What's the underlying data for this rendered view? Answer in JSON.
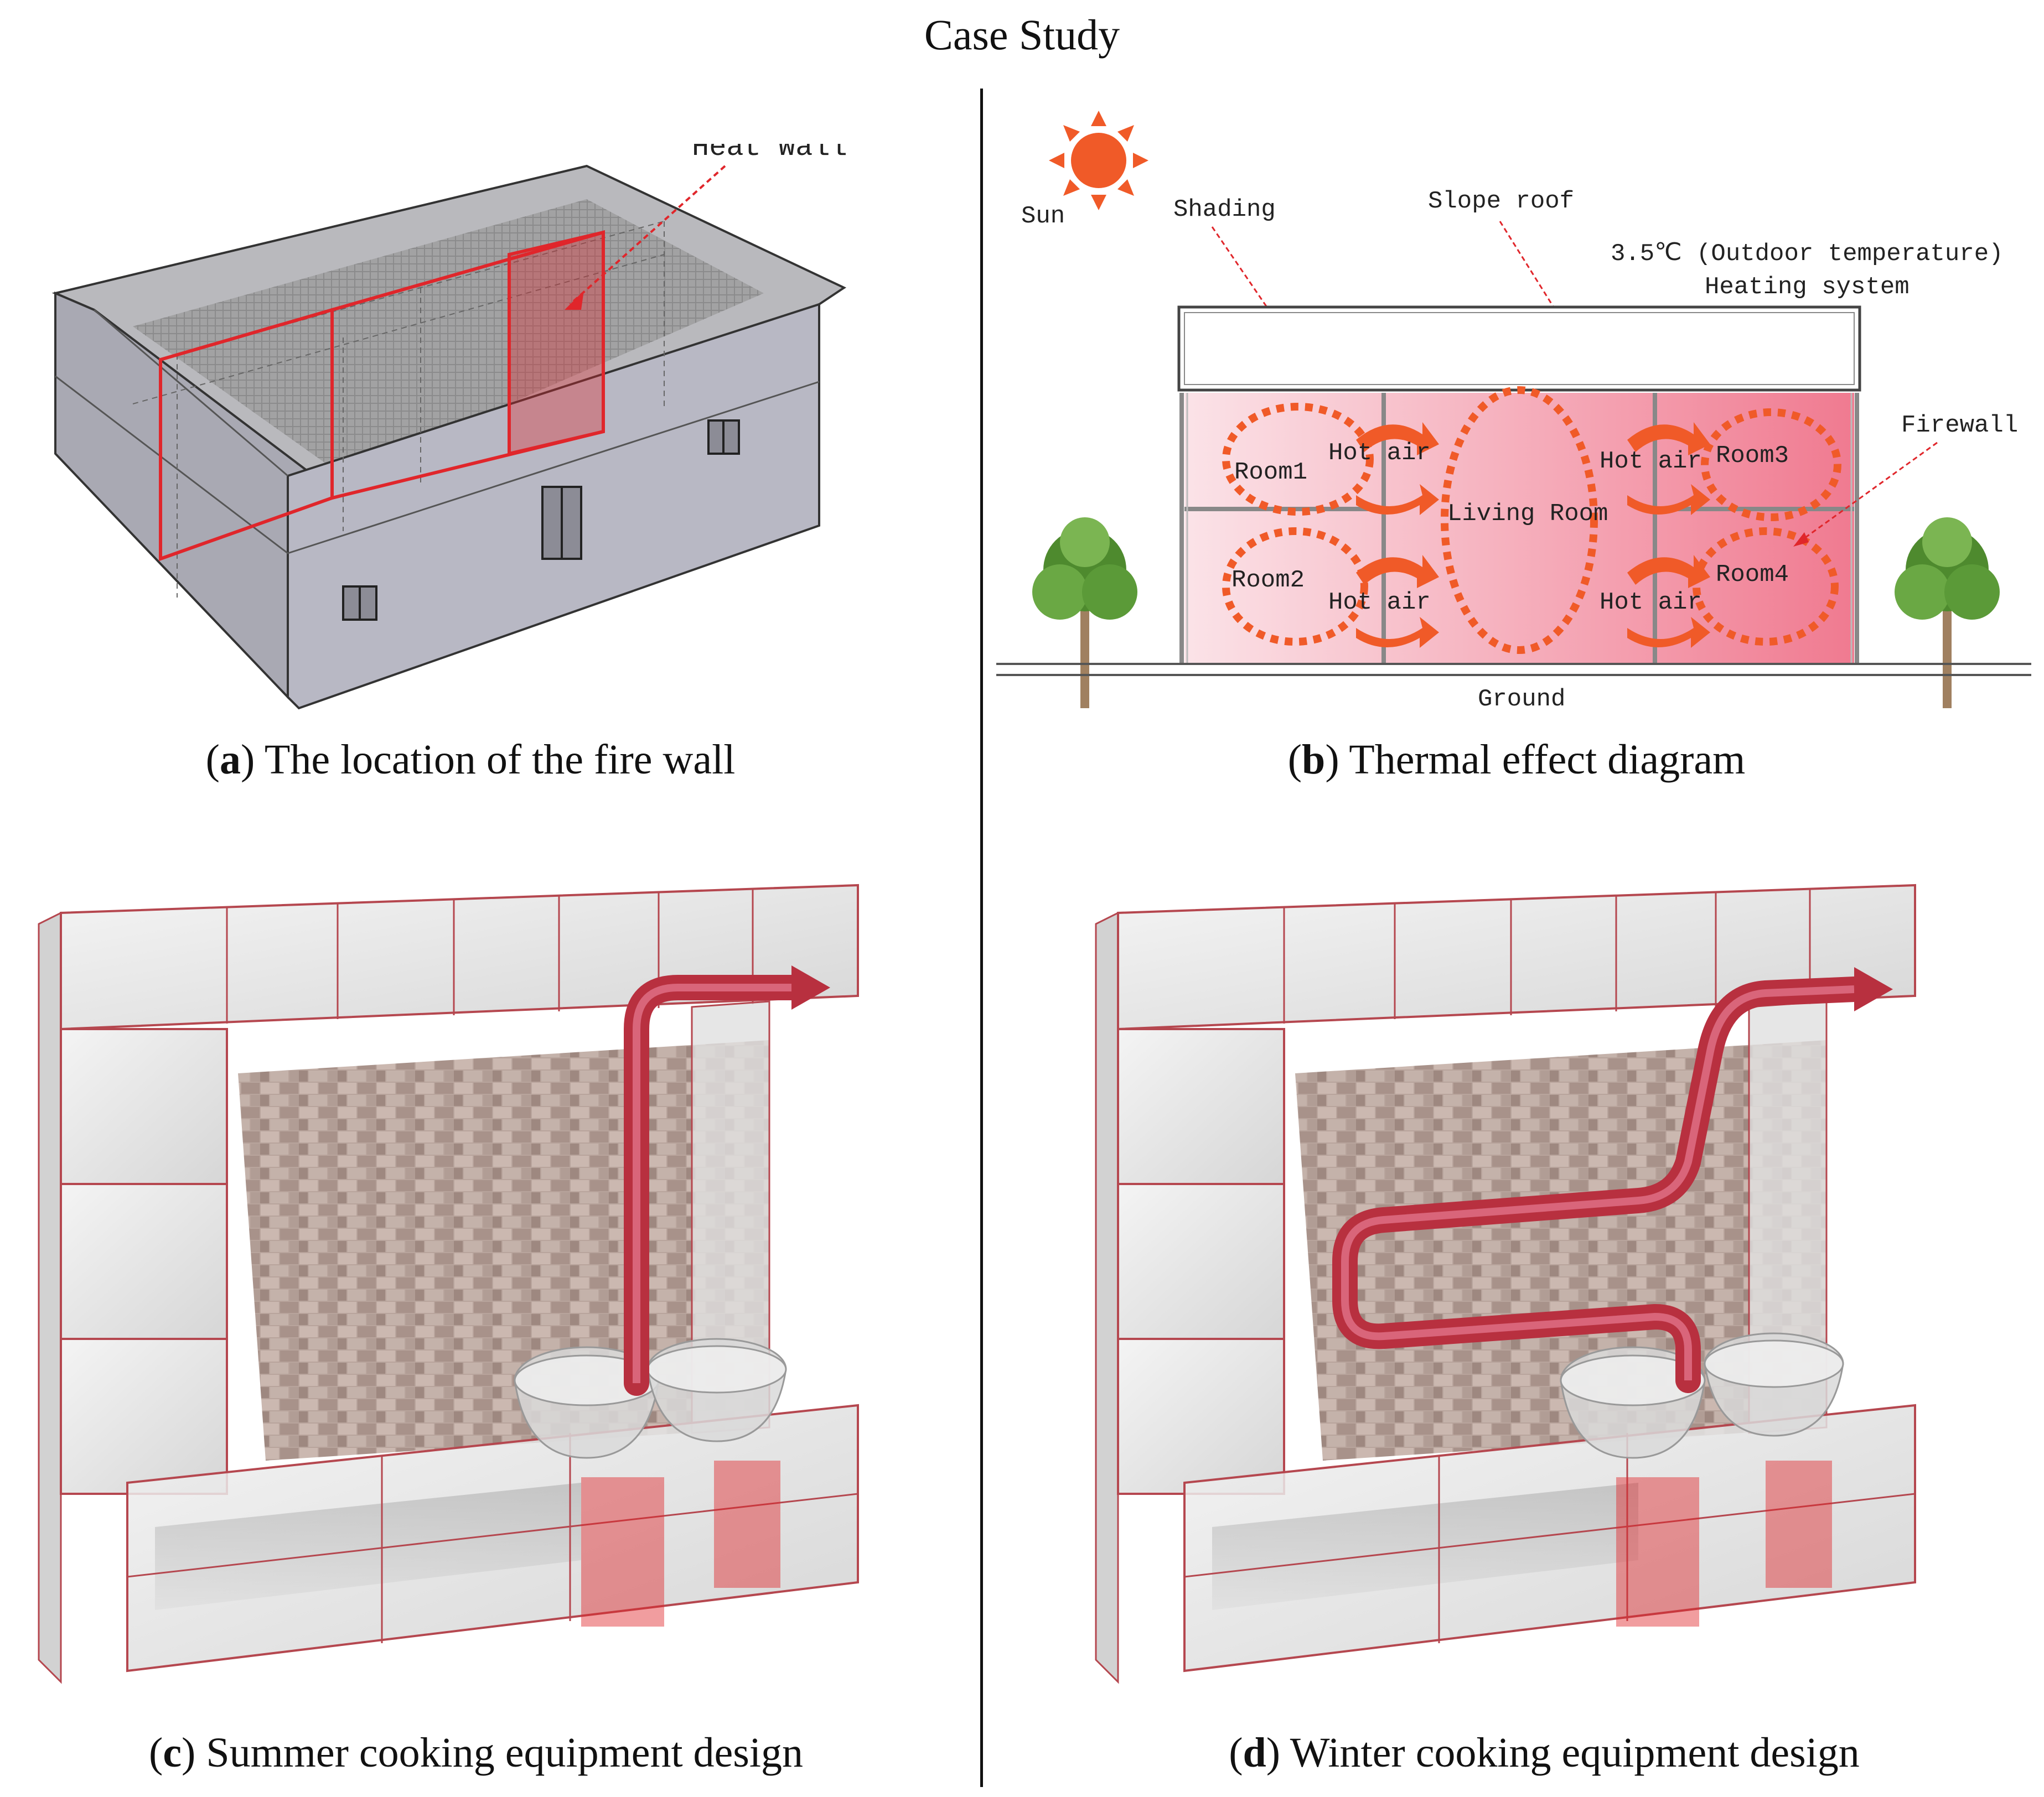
{
  "title": "Case Study",
  "panels": {
    "a": {
      "letter": "a",
      "caption": "The location of the fire wall",
      "labels": {
        "heat_wall": "Heat Wall"
      }
    },
    "b": {
      "letter": "b",
      "caption": "Thermal effect diagram",
      "labels": {
        "sun": "Sun",
        "shading": "Shading",
        "slope_roof": "Slope roof",
        "outdoor_temp": "3.5℃ (Outdoor temperature)",
        "heating_system": "Heating system",
        "firewall": "Firewall",
        "room1": "Room1",
        "room2": "Room2",
        "room3": "Room3",
        "room4": "Room4",
        "living_room": "Living Room",
        "hot_air": "Hot air",
        "ground": "Ground"
      }
    },
    "c": {
      "letter": "c",
      "caption": "Summer cooking equipment design"
    },
    "d": {
      "letter": "d",
      "caption": "Winter cooking equipment design"
    }
  },
  "colors": {
    "accent_red": "#e0262b",
    "sun": "#f05a28",
    "heat_pipe": "#b8303f",
    "frame_edge": "#b5474f"
  }
}
